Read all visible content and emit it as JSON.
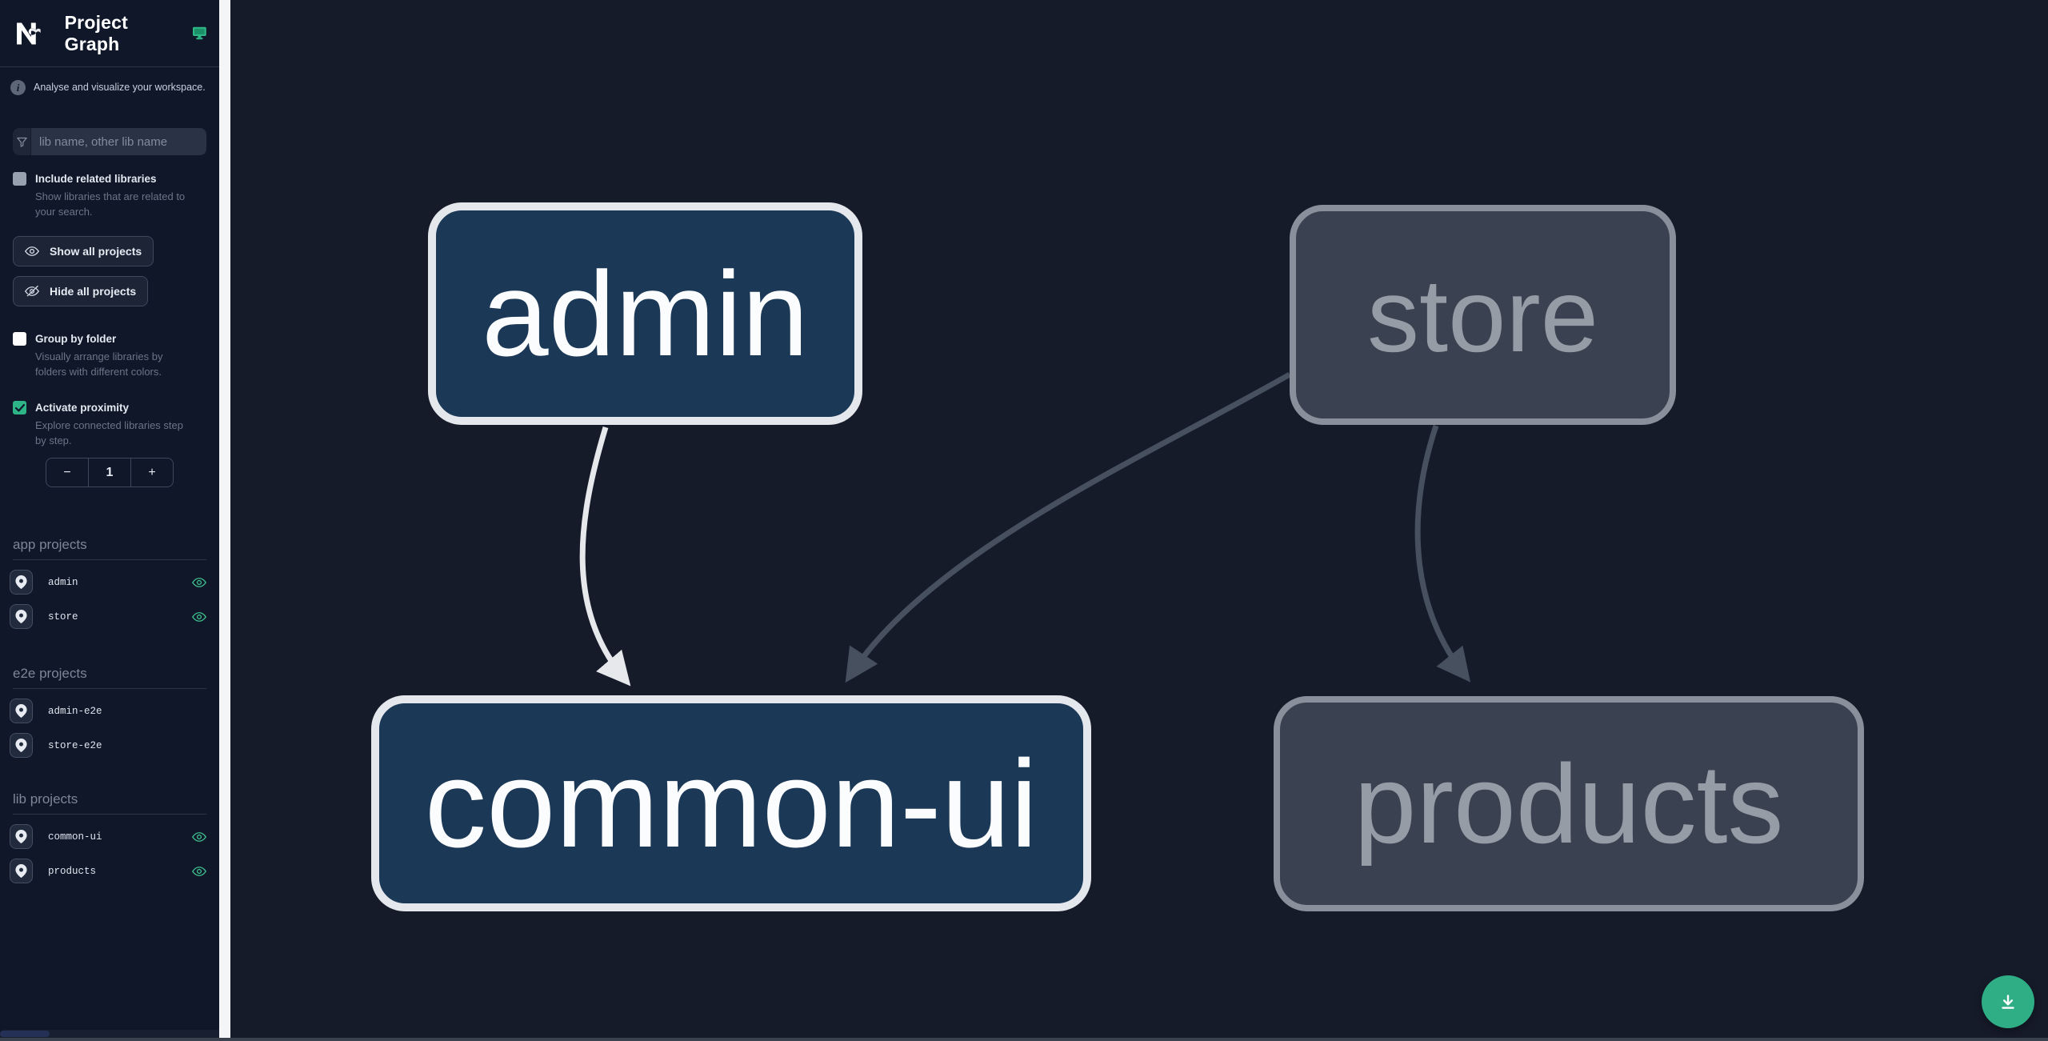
{
  "header": {
    "title": "Project Graph"
  },
  "info": {
    "text": "Analyse and visualize your workspace."
  },
  "search": {
    "placeholder": "lib name, other lib name"
  },
  "options": {
    "include_related": {
      "label": "Include related libraries",
      "description": "Show libraries that are related to your search.",
      "checked": false
    },
    "group_by_folder": {
      "label": "Group by folder",
      "description": "Visually arrange libraries by folders with different colors.",
      "checked": false
    },
    "proximity": {
      "label": "Activate proximity",
      "description": "Explore connected libraries step by step.",
      "checked": true,
      "decrement": "−",
      "value": "1",
      "increment": "+"
    }
  },
  "actions": {
    "show_all": "Show all projects",
    "hide_all": "Hide all projects"
  },
  "sections": [
    {
      "title": "app projects",
      "items": [
        {
          "name": "admin",
          "visible": true
        },
        {
          "name": "store",
          "visible": true
        }
      ]
    },
    {
      "title": "e2e projects",
      "items": [
        {
          "name": "admin-e2e",
          "visible": false
        },
        {
          "name": "store-e2e",
          "visible": false
        }
      ]
    },
    {
      "title": "lib projects",
      "items": [
        {
          "name": "common-ui",
          "visible": true
        },
        {
          "name": "products",
          "visible": true
        }
      ]
    }
  ],
  "graph": {
    "nodes": [
      {
        "id": "admin",
        "label": "admin",
        "state": "focused"
      },
      {
        "id": "store",
        "label": "store",
        "state": "unfocused"
      },
      {
        "id": "common-ui",
        "label": "common-ui",
        "state": "focused"
      },
      {
        "id": "products",
        "label": "products",
        "state": "unfocused"
      }
    ],
    "edges": [
      {
        "from": "admin",
        "to": "common-ui",
        "state": "focused"
      },
      {
        "from": "store",
        "to": "common-ui",
        "state": "unfocused"
      },
      {
        "from": "store",
        "to": "products",
        "state": "unfocused"
      }
    ]
  },
  "colors": {
    "accent_green": "#2fae85",
    "node_focused_fill": "#1b3857",
    "node_focused_border": "#e4e7eb",
    "node_unfocused_fill": "#3a4150",
    "node_unfocused_border": "#8a909b",
    "edge_focused": "#e6e8eb",
    "edge_unfocused": "#47505f"
  }
}
